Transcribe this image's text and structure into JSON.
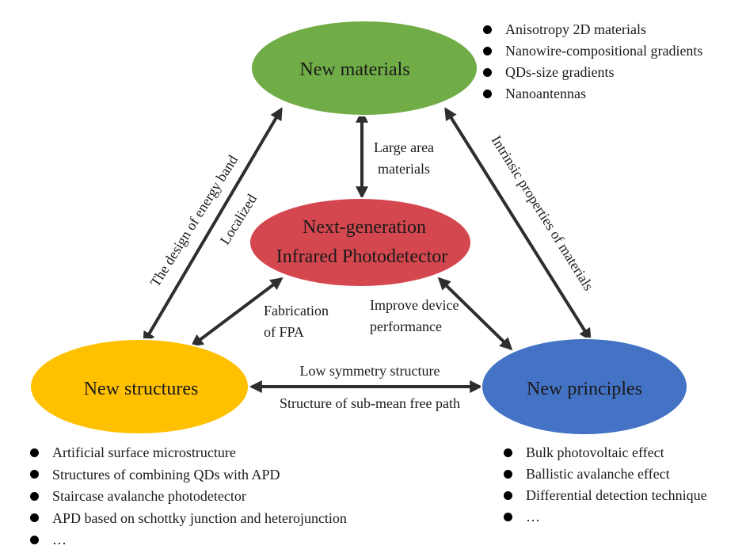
{
  "nodes": {
    "materials": {
      "label": "New materials",
      "color": "#70ad47"
    },
    "center": {
      "line1": "Next-generation",
      "line2": "Infrared Photodetector",
      "color": "#d4474f"
    },
    "structures": {
      "label": "New structures",
      "color": "#ffc000"
    },
    "principles": {
      "label": "New principles",
      "color": "#4472c4"
    }
  },
  "edge_labels": {
    "materials_center": {
      "line1": "Large area",
      "line2": "materials"
    },
    "materials_structures": {
      "outer": "The design of energy band",
      "inner": "Localized"
    },
    "materials_principles": "Intrinsic properties of materials",
    "center_structures": {
      "line1": "Fabrication",
      "line2": "of FPA"
    },
    "center_principles": {
      "line1": "Improve device",
      "line2": "performance"
    },
    "structures_principles": {
      "top": "Low symmetry structure",
      "bottom": "Structure of sub-mean free path"
    }
  },
  "lists": {
    "materials": [
      "Anisotropy 2D materials",
      "Nanowire-compositional gradients",
      "QDs-size gradients",
      "Nanoantennas"
    ],
    "structures": [
      "Artificial surface microstructure",
      "Structures of combining QDs with APD",
      "Staircase avalanche photodetector",
      "APD based on schottky junction and heterojunction",
      "…"
    ],
    "principles": [
      "Bulk photovoltaic effect",
      "Ballistic avalanche effect",
      "Differential detection technique",
      "…"
    ]
  },
  "colors": {
    "arrow": "#2e2e2e",
    "node_border": "#ffffff"
  }
}
